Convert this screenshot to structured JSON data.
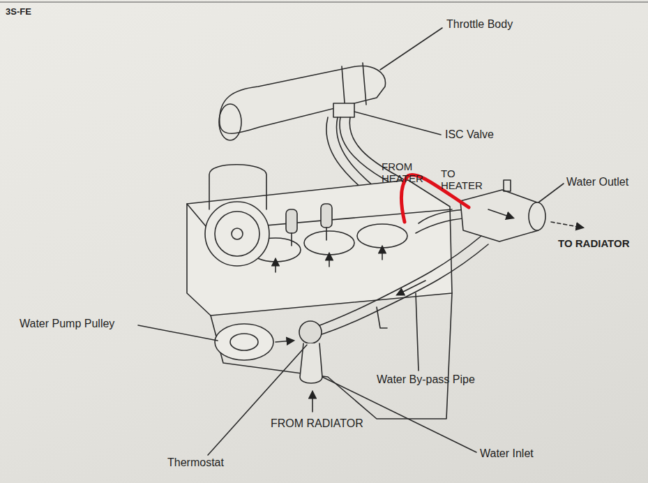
{
  "diagram": {
    "labels": [
      "3S-FE",
      "Throttle Body",
      "ISC Valve",
      "FROM HEATER",
      "TO HEATER",
      "Water Outlet",
      "TO RADIATOR",
      "Water Pump Pulley",
      "Thermostat",
      "FROM RADIATOR",
      "Water By-pass Pipe",
      "Water Inlet"
    ]
  }
}
